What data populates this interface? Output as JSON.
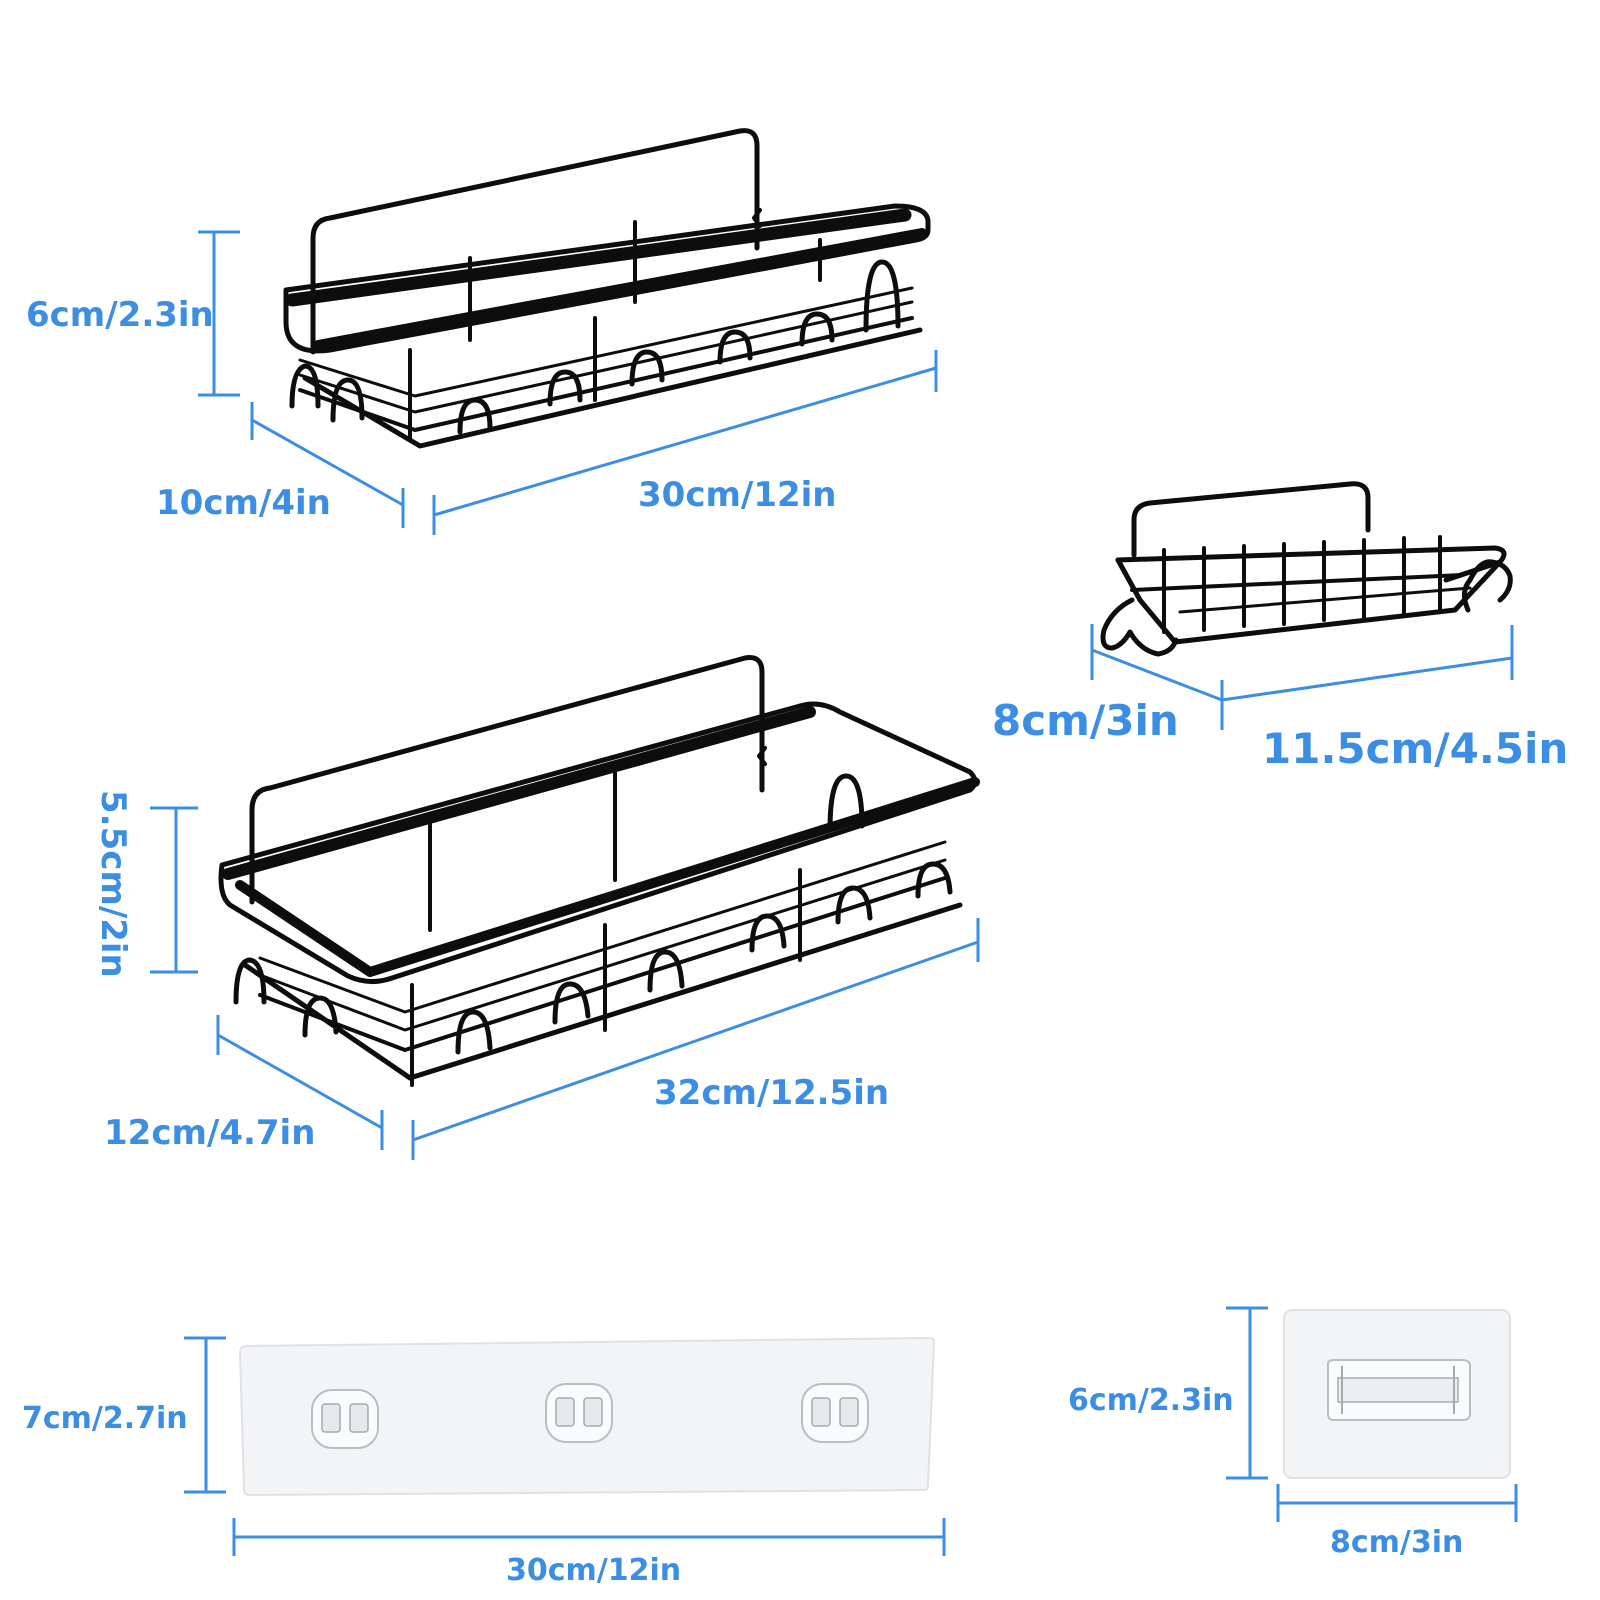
{
  "colors": {
    "dimension_line": "#3b8ee3",
    "dimension_text": "#3b8ee3",
    "wire": "#0d0d0d",
    "pad_fill": "#f3f4f5",
    "pad_edge": "#dfe1e4",
    "background": "#ffffff"
  },
  "large_basket": {
    "height_label": "6cm/2.3in",
    "depth_label": "10cm/4in",
    "width_label": "30cm/12in"
  },
  "xl_basket": {
    "height_label": "5.5cm/2in",
    "depth_label": "12cm/4.7in",
    "width_label": "32cm/12.5in"
  },
  "soap_dish": {
    "depth_label": "8cm/3in",
    "width_label": "11.5cm/4.5in"
  },
  "long_adhesive_pad": {
    "height_label": "7cm/2.7in",
    "width_label": "30cm/12in",
    "hook_count": 3
  },
  "small_adhesive_pad": {
    "height_label": "6cm/2.3in",
    "width_label": "8cm/3in"
  }
}
